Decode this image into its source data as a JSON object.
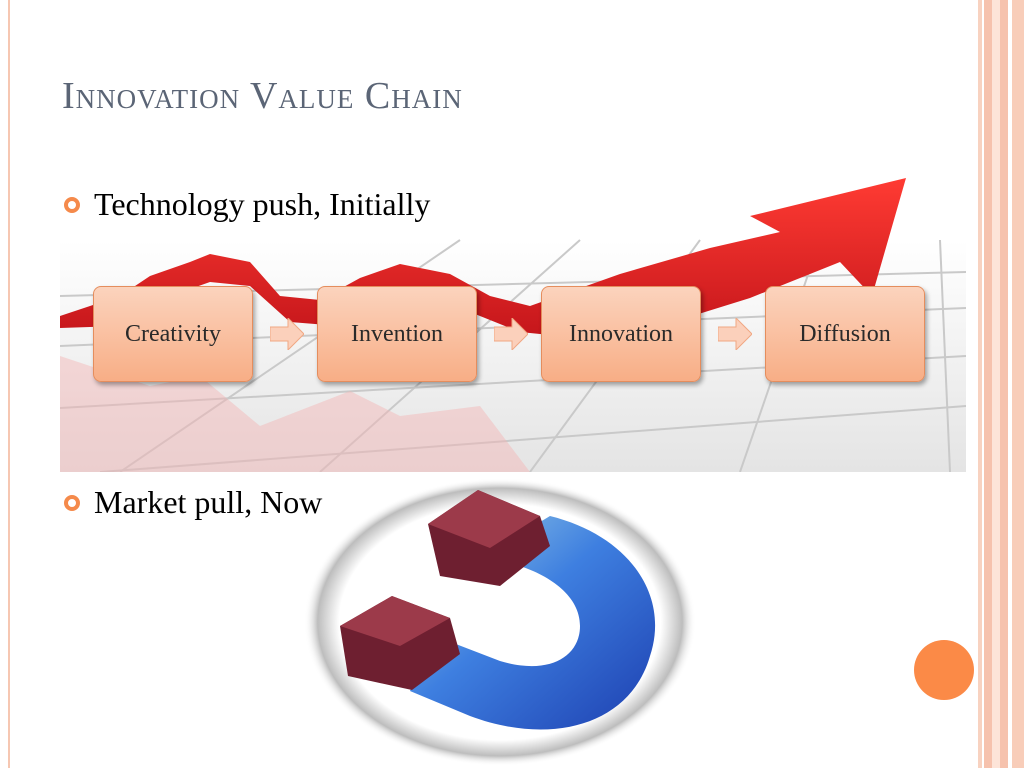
{
  "slide": {
    "title": "Innovation Value Chain"
  },
  "bullets": [
    {
      "text": "Technology push, Initially"
    },
    {
      "text": "Market pull, Now"
    }
  ],
  "chain": {
    "steps": [
      "Creativity",
      "Invention",
      "Innovation",
      "Diffusion"
    ]
  },
  "colors": {
    "title": "#5b6576",
    "accent": "#fb8a47",
    "step_fill": "#f8ae86",
    "arrow": "#e8232a",
    "magnet_red": "#8a2a3a",
    "magnet_blue": "#2f5fd0"
  },
  "icons": {
    "trend": "red-upward-arrow-graphic",
    "magnet": "horseshoe-magnet"
  }
}
